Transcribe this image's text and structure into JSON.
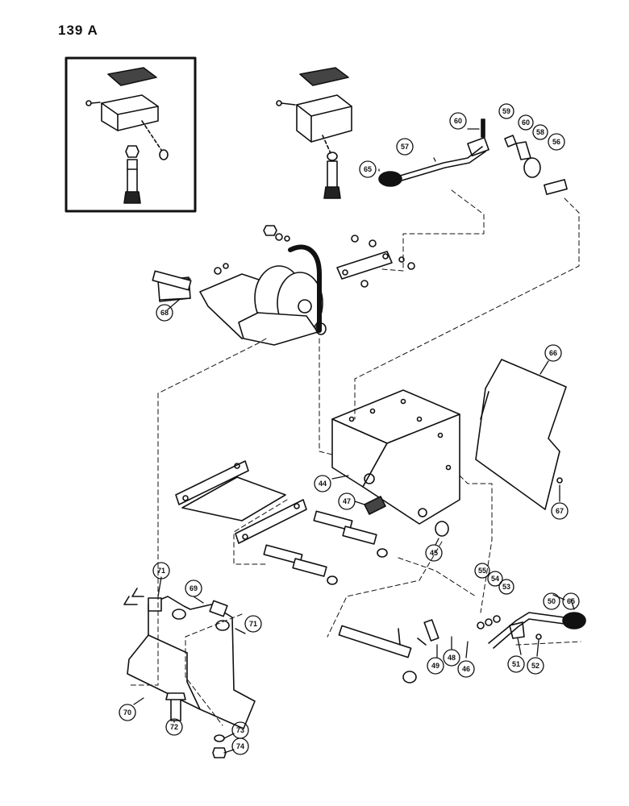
{
  "page_number": "139 A",
  "colors": {
    "ink": "#111111",
    "paper": "#ffffff",
    "shade": "#777777"
  },
  "callouts": [
    {
      "id": "c44",
      "label": "44"
    },
    {
      "id": "c45",
      "label": "45"
    },
    {
      "id": "c46",
      "label": "46"
    },
    {
      "id": "c47",
      "label": "47"
    },
    {
      "id": "c48",
      "label": "48"
    },
    {
      "id": "c49",
      "label": "49"
    },
    {
      "id": "c50",
      "label": "50"
    },
    {
      "id": "c51",
      "label": "51"
    },
    {
      "id": "c52",
      "label": "52"
    },
    {
      "id": "c53",
      "label": "53"
    },
    {
      "id": "c54",
      "label": "54"
    },
    {
      "id": "c55",
      "label": "55"
    },
    {
      "id": "c56",
      "label": "56"
    },
    {
      "id": "c57",
      "label": "57"
    },
    {
      "id": "c58",
      "label": "58"
    },
    {
      "id": "c59",
      "label": "59"
    },
    {
      "id": "c60a",
      "label": "60"
    },
    {
      "id": "c60b",
      "label": "60"
    },
    {
      "id": "c65a",
      "label": "65"
    },
    {
      "id": "c65b",
      "label": "65"
    },
    {
      "id": "c66",
      "label": "66"
    },
    {
      "id": "c67",
      "label": "67"
    },
    {
      "id": "c68",
      "label": "68"
    },
    {
      "id": "c69",
      "label": "69"
    },
    {
      "id": "c70",
      "label": "70"
    },
    {
      "id": "c71a",
      "label": "71"
    },
    {
      "id": "c71b",
      "label": "71"
    },
    {
      "id": "c72",
      "label": "72"
    },
    {
      "id": "c73",
      "label": "73"
    },
    {
      "id": "c74",
      "label": "74"
    }
  ]
}
